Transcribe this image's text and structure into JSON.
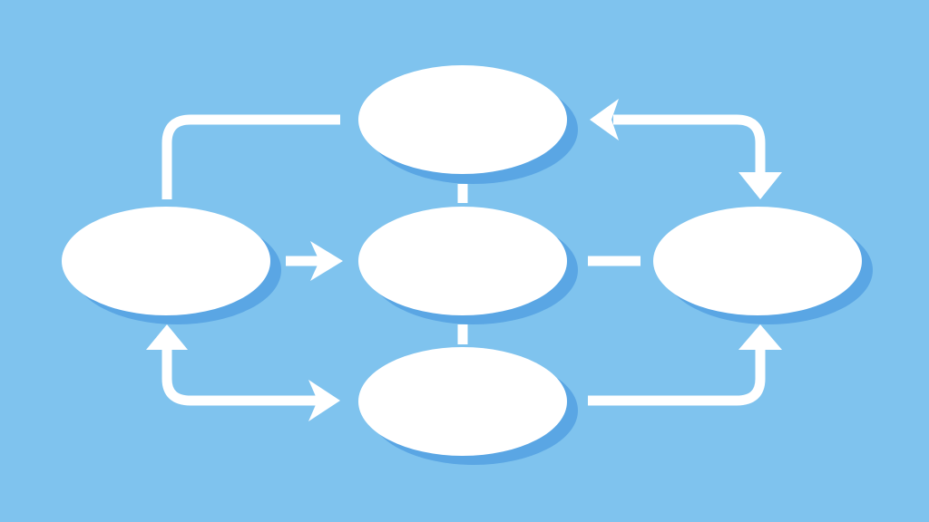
{
  "diagram": {
    "background_color": "#7fc3ee",
    "node_color": "#ffffff",
    "shadow_color": "#5aa6e4",
    "connector_color": "#ffffff",
    "nodes": [
      {
        "id": "left",
        "label": ""
      },
      {
        "id": "top",
        "label": ""
      },
      {
        "id": "center",
        "label": ""
      },
      {
        "id": "bottom",
        "label": ""
      },
      {
        "id": "right",
        "label": ""
      }
    ],
    "connectors": [
      {
        "id": "left-to-top",
        "from": "left",
        "to": "top",
        "arrowhead": false
      },
      {
        "id": "left-to-center",
        "from": "left",
        "to": "center",
        "arrowhead": true
      },
      {
        "id": "bottom-to-left",
        "from": "bottom",
        "to": "left",
        "arrowhead": true
      },
      {
        "id": "left-to-bottom",
        "from": "left",
        "to": "bottom",
        "arrowhead": true
      },
      {
        "id": "top-center",
        "from": "top",
        "to": "center",
        "arrowhead": false
      },
      {
        "id": "center-bottom",
        "from": "center",
        "to": "bottom",
        "arrowhead": false
      },
      {
        "id": "center-right",
        "from": "center",
        "to": "right",
        "arrowhead": false
      },
      {
        "id": "right-to-top",
        "from": "right",
        "to": "top",
        "arrowhead": true
      },
      {
        "id": "top-to-right",
        "from": "top",
        "to": "right",
        "arrowhead": true
      },
      {
        "id": "bottom-to-right",
        "from": "bottom",
        "to": "right",
        "arrowhead": true
      }
    ]
  }
}
